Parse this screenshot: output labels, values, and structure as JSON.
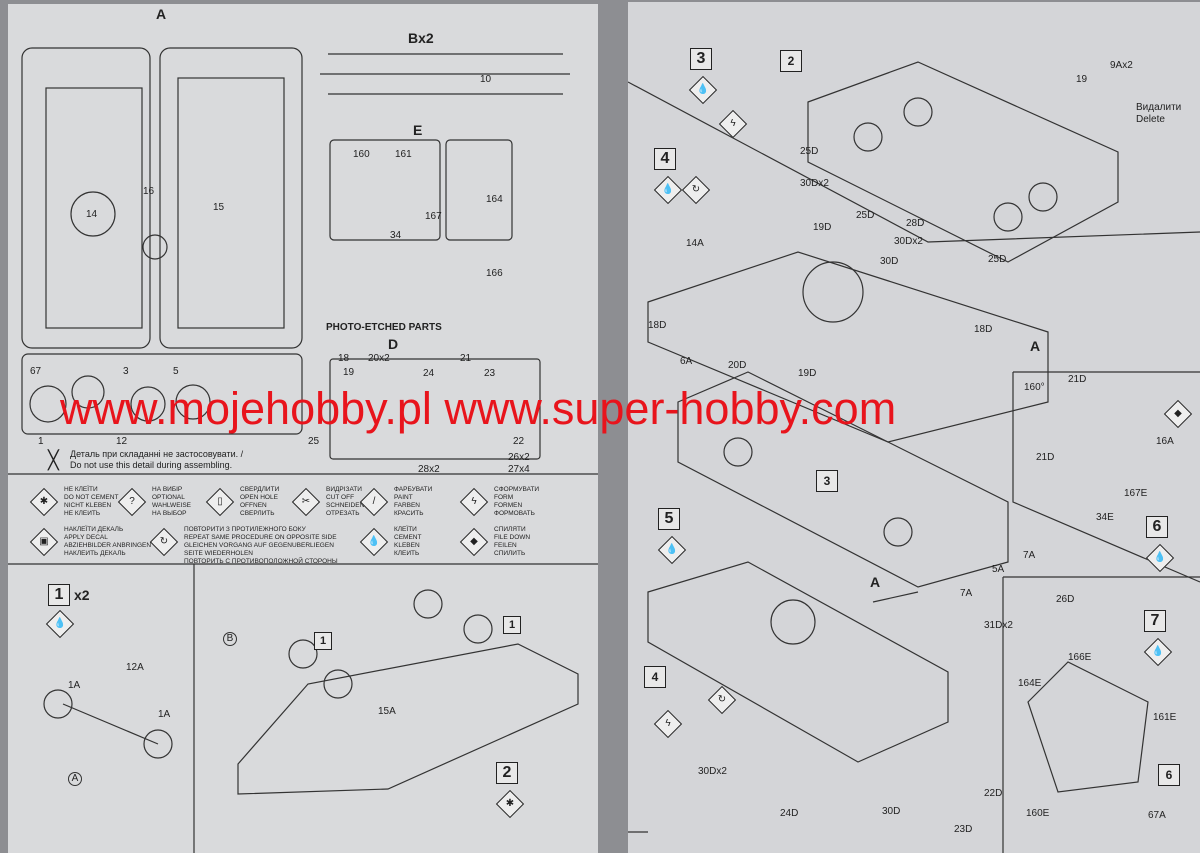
{
  "sprues": {
    "a": {
      "title": "A",
      "parts": [
        "14",
        "15",
        "16",
        "67",
        "3",
        "12",
        "5",
        "1"
      ]
    },
    "b": {
      "title": "Bx2",
      "parts": [
        "10"
      ]
    },
    "e": {
      "title": "E",
      "parts": [
        "160",
        "161",
        "167",
        "164",
        "166",
        "34"
      ]
    },
    "d": {
      "heading": "PHOTO-ETCHED PARTS",
      "title": "D",
      "parts": [
        "18",
        "20x2",
        "21",
        "19",
        "23",
        "24",
        "25",
        "22",
        "26x2",
        "27x4",
        "28x2"
      ]
    }
  },
  "note": {
    "ua": "Деталь при складанні не застосовувати. /",
    "en": "Do not use this detail during assembling."
  },
  "legend": [
    {
      "icon": "no-glue-icon",
      "glyph": "✱",
      "lines": [
        "НЕ КЛЕЇТИ",
        "DO NOT CEMENT",
        "NICHT KLEBEN",
        "НЕ КЛЕИТЬ"
      ]
    },
    {
      "icon": "optional-icon",
      "glyph": "?",
      "lines": [
        "НА ВИБІР",
        "OPTIONAL",
        "WAHLWEISE",
        "НА ВЫБОР"
      ]
    },
    {
      "icon": "drill-icon",
      "glyph": "▯",
      "lines": [
        "СВЕРДЛИТИ",
        "OPEN HOLE",
        "OFFNEN",
        "СВЕРЛИТЬ"
      ]
    },
    {
      "icon": "cut-icon",
      "glyph": "✂",
      "lines": [
        "ВИДРІЗАТИ",
        "CUT OFF",
        "SCHNEIDEN",
        "ОТРЕЗАТЬ"
      ]
    },
    {
      "icon": "paint-icon",
      "glyph": "/",
      "lines": [
        "ФАРБУВАТИ",
        "PAINT",
        "FARBEN",
        "КРАСИТЬ"
      ]
    },
    {
      "icon": "form-icon",
      "glyph": "ϟ",
      "lines": [
        "СФОРМУВАТИ",
        "FORM",
        "FORMEN",
        "ФОРМОВАТЬ"
      ]
    },
    {
      "icon": "decal-icon",
      "glyph": "▣",
      "lines": [
        "НАКЛЕЇТИ ДЕКАЛЬ",
        "APPLY DECAL",
        "ABZIEHBILDER ANBRINGEN",
        "НАКЛЕИТЬ ДЕКАЛЬ"
      ]
    },
    {
      "icon": "repeat-icon",
      "glyph": "↻",
      "lines": [
        "ПОВТОРИТИ З ПРОТИЛЕЖНОГО БОКУ",
        "REPEAT SAME PROCEDURE ON OPPOSITE SIDE",
        "GLEICHEN VORGANG AUF GEGENUBERLIEGEN",
        "SEITE WIEDERHOLEN",
        "ПОВТОРИТЬ С ПРОТИВОПОЛОЖНОЙ СТОРОНЫ"
      ]
    },
    {
      "icon": "cement-icon",
      "glyph": "💧",
      "lines": [
        "КЛЕЇТИ",
        "CEMENT",
        "KLEBEN",
        "КЛЕИТЬ"
      ]
    },
    {
      "icon": "file-icon",
      "glyph": "◆",
      "lines": [
        "СПИЛЯТИ",
        "FILE DOWN",
        "FEILEN",
        "СПИЛИТЬ"
      ]
    }
  ],
  "steps": {
    "s1": {
      "num": "1",
      "mult": "x2",
      "parts": [
        "1A",
        "12A",
        "1A",
        "A"
      ]
    },
    "s2": {
      "num": "2",
      "parts": [
        "B",
        "1",
        "1",
        "15A"
      ]
    },
    "s3": {
      "num": "3",
      "parts": [
        "2",
        "9Ax2",
        "19",
        "Видалити",
        "Delete",
        "25D",
        "30Dx2",
        "25D",
        "28D",
        "30Dx2",
        "25D",
        "3"
      ]
    },
    "s4": {
      "num": "4",
      "parts": [
        "14A",
        "19D",
        "30D",
        "18D",
        "18D",
        "6A",
        "20D",
        "19D",
        "A",
        "160°",
        "21D",
        "21D"
      ]
    },
    "s5": {
      "num": "5",
      "parts": [
        "4",
        "A",
        "7A",
        "5A",
        "7A",
        "26D",
        "31Dx2",
        "30Dx2",
        "24D",
        "30D",
        "22D",
        "23D"
      ]
    },
    "s6": {
      "num": "6",
      "parts": [
        "16A",
        "167E",
        "34E"
      ]
    },
    "s7": {
      "num": "7",
      "parts": [
        "166E",
        "164E",
        "161E",
        "160E",
        "67A",
        "6"
      ]
    }
  },
  "watermark": "www.mojehobby.pl www.super-hobby.com",
  "colors": {
    "watermark": "#e8141c",
    "paper": "#d9dadc"
  }
}
